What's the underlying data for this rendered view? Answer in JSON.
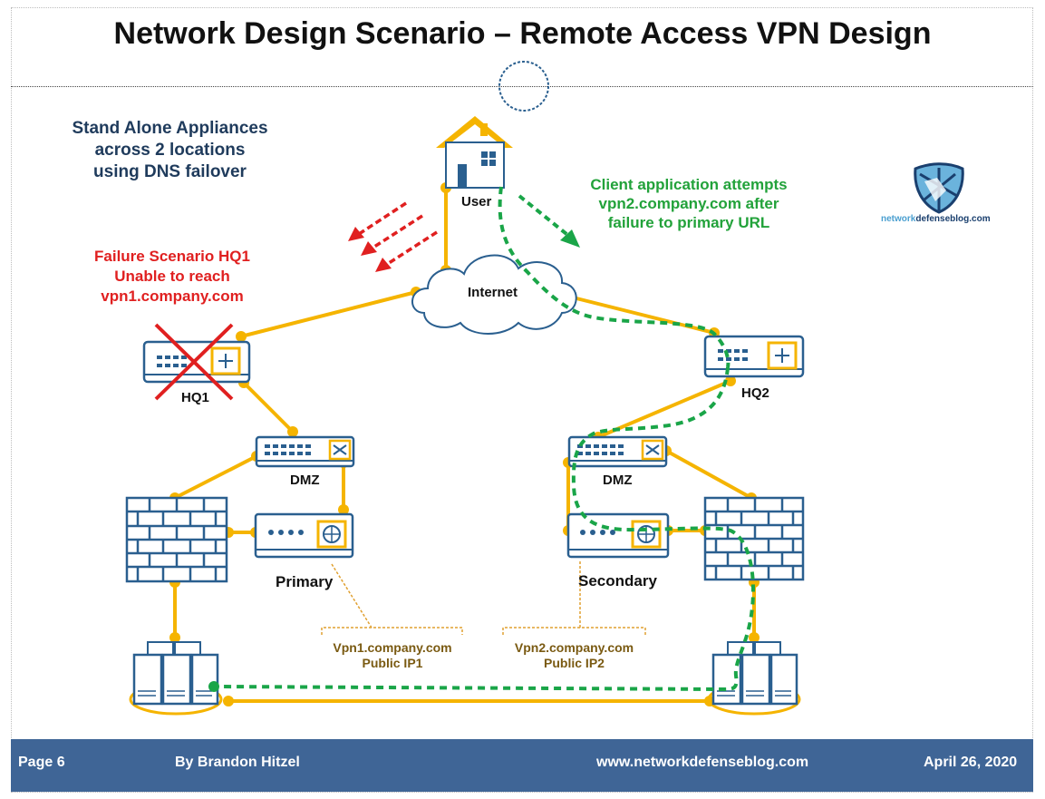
{
  "title": "Network Design Scenario – Remote Access VPN Design",
  "intro": {
    "line1": "Stand Alone Appliances",
    "line2": "across 2 locations",
    "line3": "using DNS failover"
  },
  "failure": {
    "line1": "Failure Scenario HQ1",
    "line2": "Unable to reach",
    "line3": "vpn1.company.com"
  },
  "client_note": {
    "line1": "Client application attempts",
    "line2": "vpn2.company.com after",
    "line3": "failure to primary URL"
  },
  "nodes": {
    "user": "User",
    "internet": "Internet",
    "hq1": "HQ1",
    "hq2": "HQ2",
    "dmz1": "DMZ",
    "dmz2": "DMZ",
    "primary": "Primary",
    "secondary": "Secondary"
  },
  "callouts": {
    "vpn1_host": "Vpn1.company.com",
    "vpn1_ip": "Public IP1",
    "vpn2_host": "Vpn2.company.com",
    "vpn2_ip": "Public IP2"
  },
  "logo": {
    "part1": "network",
    "part2": "defenseblog.com"
  },
  "footer": {
    "page": "Page 6",
    "author": "By Brandon Hitzel",
    "website": "www.networkdefenseblog.com",
    "date": "April 26, 2020"
  },
  "colors": {
    "link": "#f5b400",
    "failover_path": "#1aa548",
    "failure": "#e02020",
    "device_border": "#2a5f8f",
    "footer_bg": "#3f6596"
  }
}
